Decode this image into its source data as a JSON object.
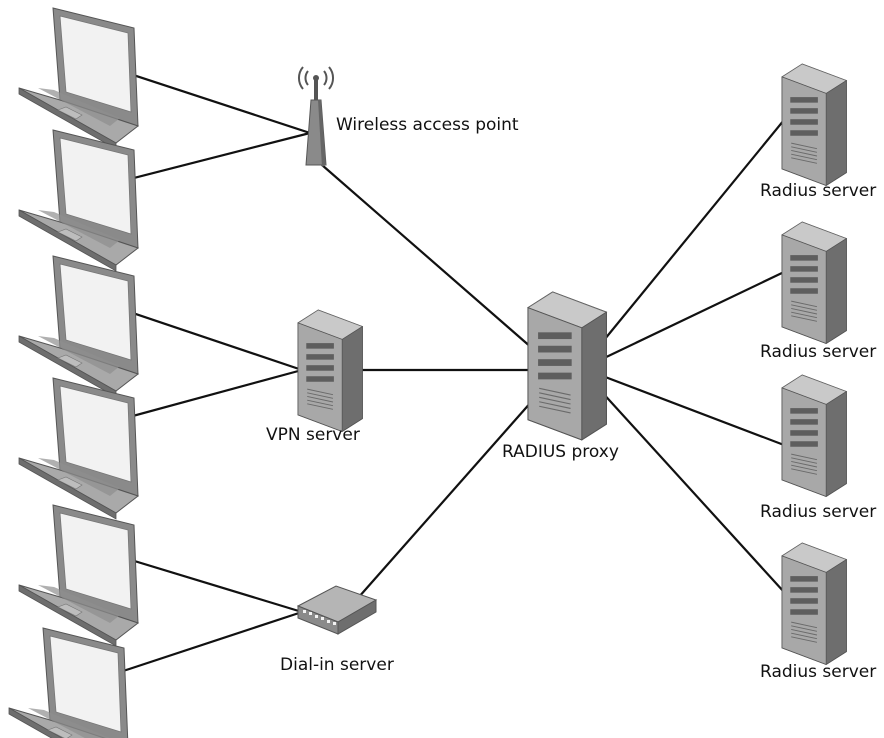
{
  "colors": {
    "background": "#ffffff",
    "line": "#111111",
    "device_dark": "#6f6f6f",
    "device_mid": "#9a9a9a",
    "device_light": "#c8c8c8",
    "screen": "#f3f3f3"
  },
  "nodes": {
    "wireless_access_point": {
      "label": "Wireless access point",
      "icon": "wireless-antenna-icon"
    },
    "vpn_server": {
      "label": "VPN server",
      "icon": "server-tower-icon"
    },
    "dial_in_server": {
      "label": "Dial-in server",
      "icon": "modem-bank-icon"
    },
    "radius_proxy": {
      "label": "RADIUS proxy",
      "icon": "server-tower-icon"
    },
    "radius_servers": [
      {
        "label": "Radius server",
        "icon": "server-tower-icon"
      },
      {
        "label": "Radius server",
        "icon": "server-tower-icon"
      },
      {
        "label": "Radius server",
        "icon": "server-tower-icon"
      },
      {
        "label": "Radius server",
        "icon": "server-tower-icon"
      }
    ],
    "clients": [
      {
        "icon": "laptop-icon",
        "connects_to": "Wireless access point"
      },
      {
        "icon": "laptop-icon",
        "connects_to": "Wireless access point"
      },
      {
        "icon": "laptop-icon",
        "connects_to": "VPN server"
      },
      {
        "icon": "laptop-icon",
        "connects_to": "VPN server"
      },
      {
        "icon": "laptop-icon",
        "connects_to": "Dial-in server"
      },
      {
        "icon": "laptop-icon",
        "connects_to": "Dial-in server"
      }
    ]
  }
}
